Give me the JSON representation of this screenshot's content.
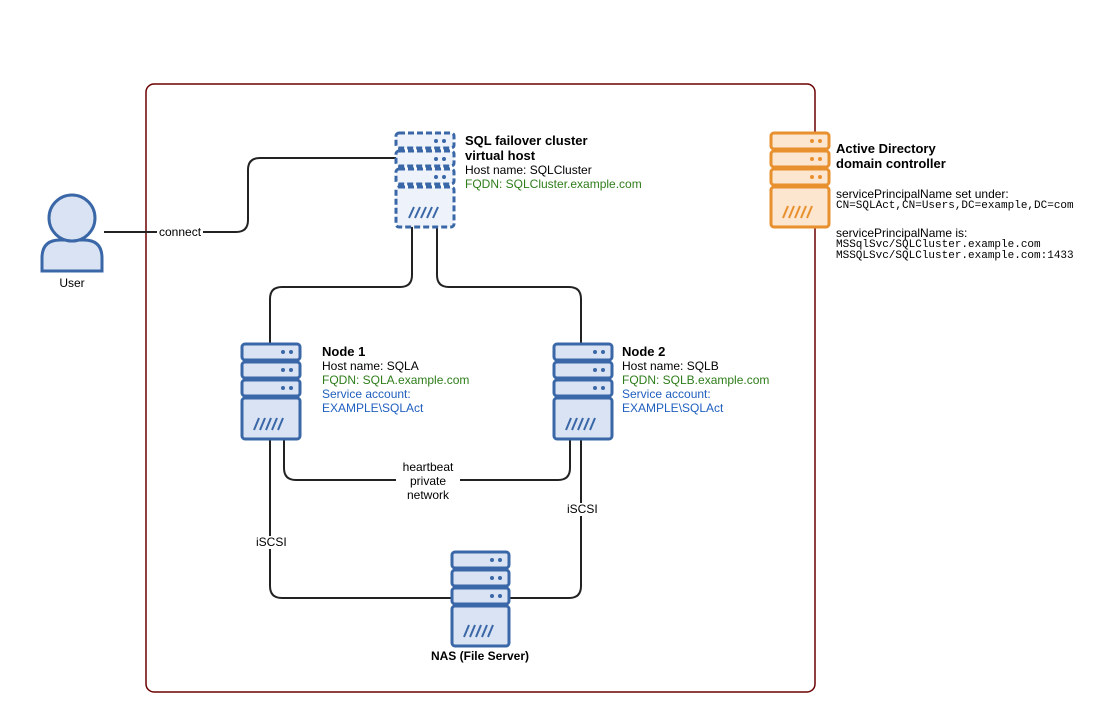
{
  "colors": {
    "frame": "#6b0000",
    "server_fill": "#dae3f3",
    "server_stroke": "#3a67a7",
    "cluster_fill": "#eef3fb",
    "ad_fill": "#fde6cf",
    "ad_stroke": "#e8902e",
    "line": "#222222",
    "fqdn_green": "#2e7d1a",
    "account_blue": "#1f5fbf"
  },
  "user": {
    "label": "User",
    "icon": "user-icon"
  },
  "edges": {
    "connect": "connect",
    "heartbeat": [
      "heartbeat",
      "private",
      "network"
    ],
    "iscsi_left": "iSCSI",
    "iscsi_right": "iSCSI"
  },
  "cluster": {
    "title_line1": "SQL failover cluster",
    "title_line2": "virtual host",
    "host": "Host name: SQLCluster",
    "fqdn": "FQDN: SQLCluster.example.com",
    "icon": "server-icon"
  },
  "node1": {
    "title": "Node 1",
    "host": "Host name: SQLA",
    "fqdn": "FQDN: SQLA.example.com",
    "account_label": "Service account:",
    "account": "EXAMPLE\\SQLAct",
    "icon": "server-icon"
  },
  "node2": {
    "title": "Node 2",
    "host": "Host name: SQLB",
    "fqdn": "FQDN: SQLB.example.com",
    "account_label": "Service account:",
    "account": "EXAMPLE\\SQLAct",
    "icon": "server-icon"
  },
  "nas": {
    "label": "NAS (File Server)",
    "icon": "server-icon"
  },
  "ad": {
    "title_line1": "Active Directory",
    "title_line2": "domain controller",
    "spn_set_label": "servicePrincipalName set under:",
    "spn_set_value": "CN=SQLAct,CN=Users,DC=example,DC=com",
    "spn_is_label": "servicePrincipalName is:",
    "spn_values": [
      "MSSqlSvc/SQLCluster.example.com",
      "MSSQLSvc/SQLCluster.example.com:1433"
    ],
    "icon": "server-icon"
  }
}
